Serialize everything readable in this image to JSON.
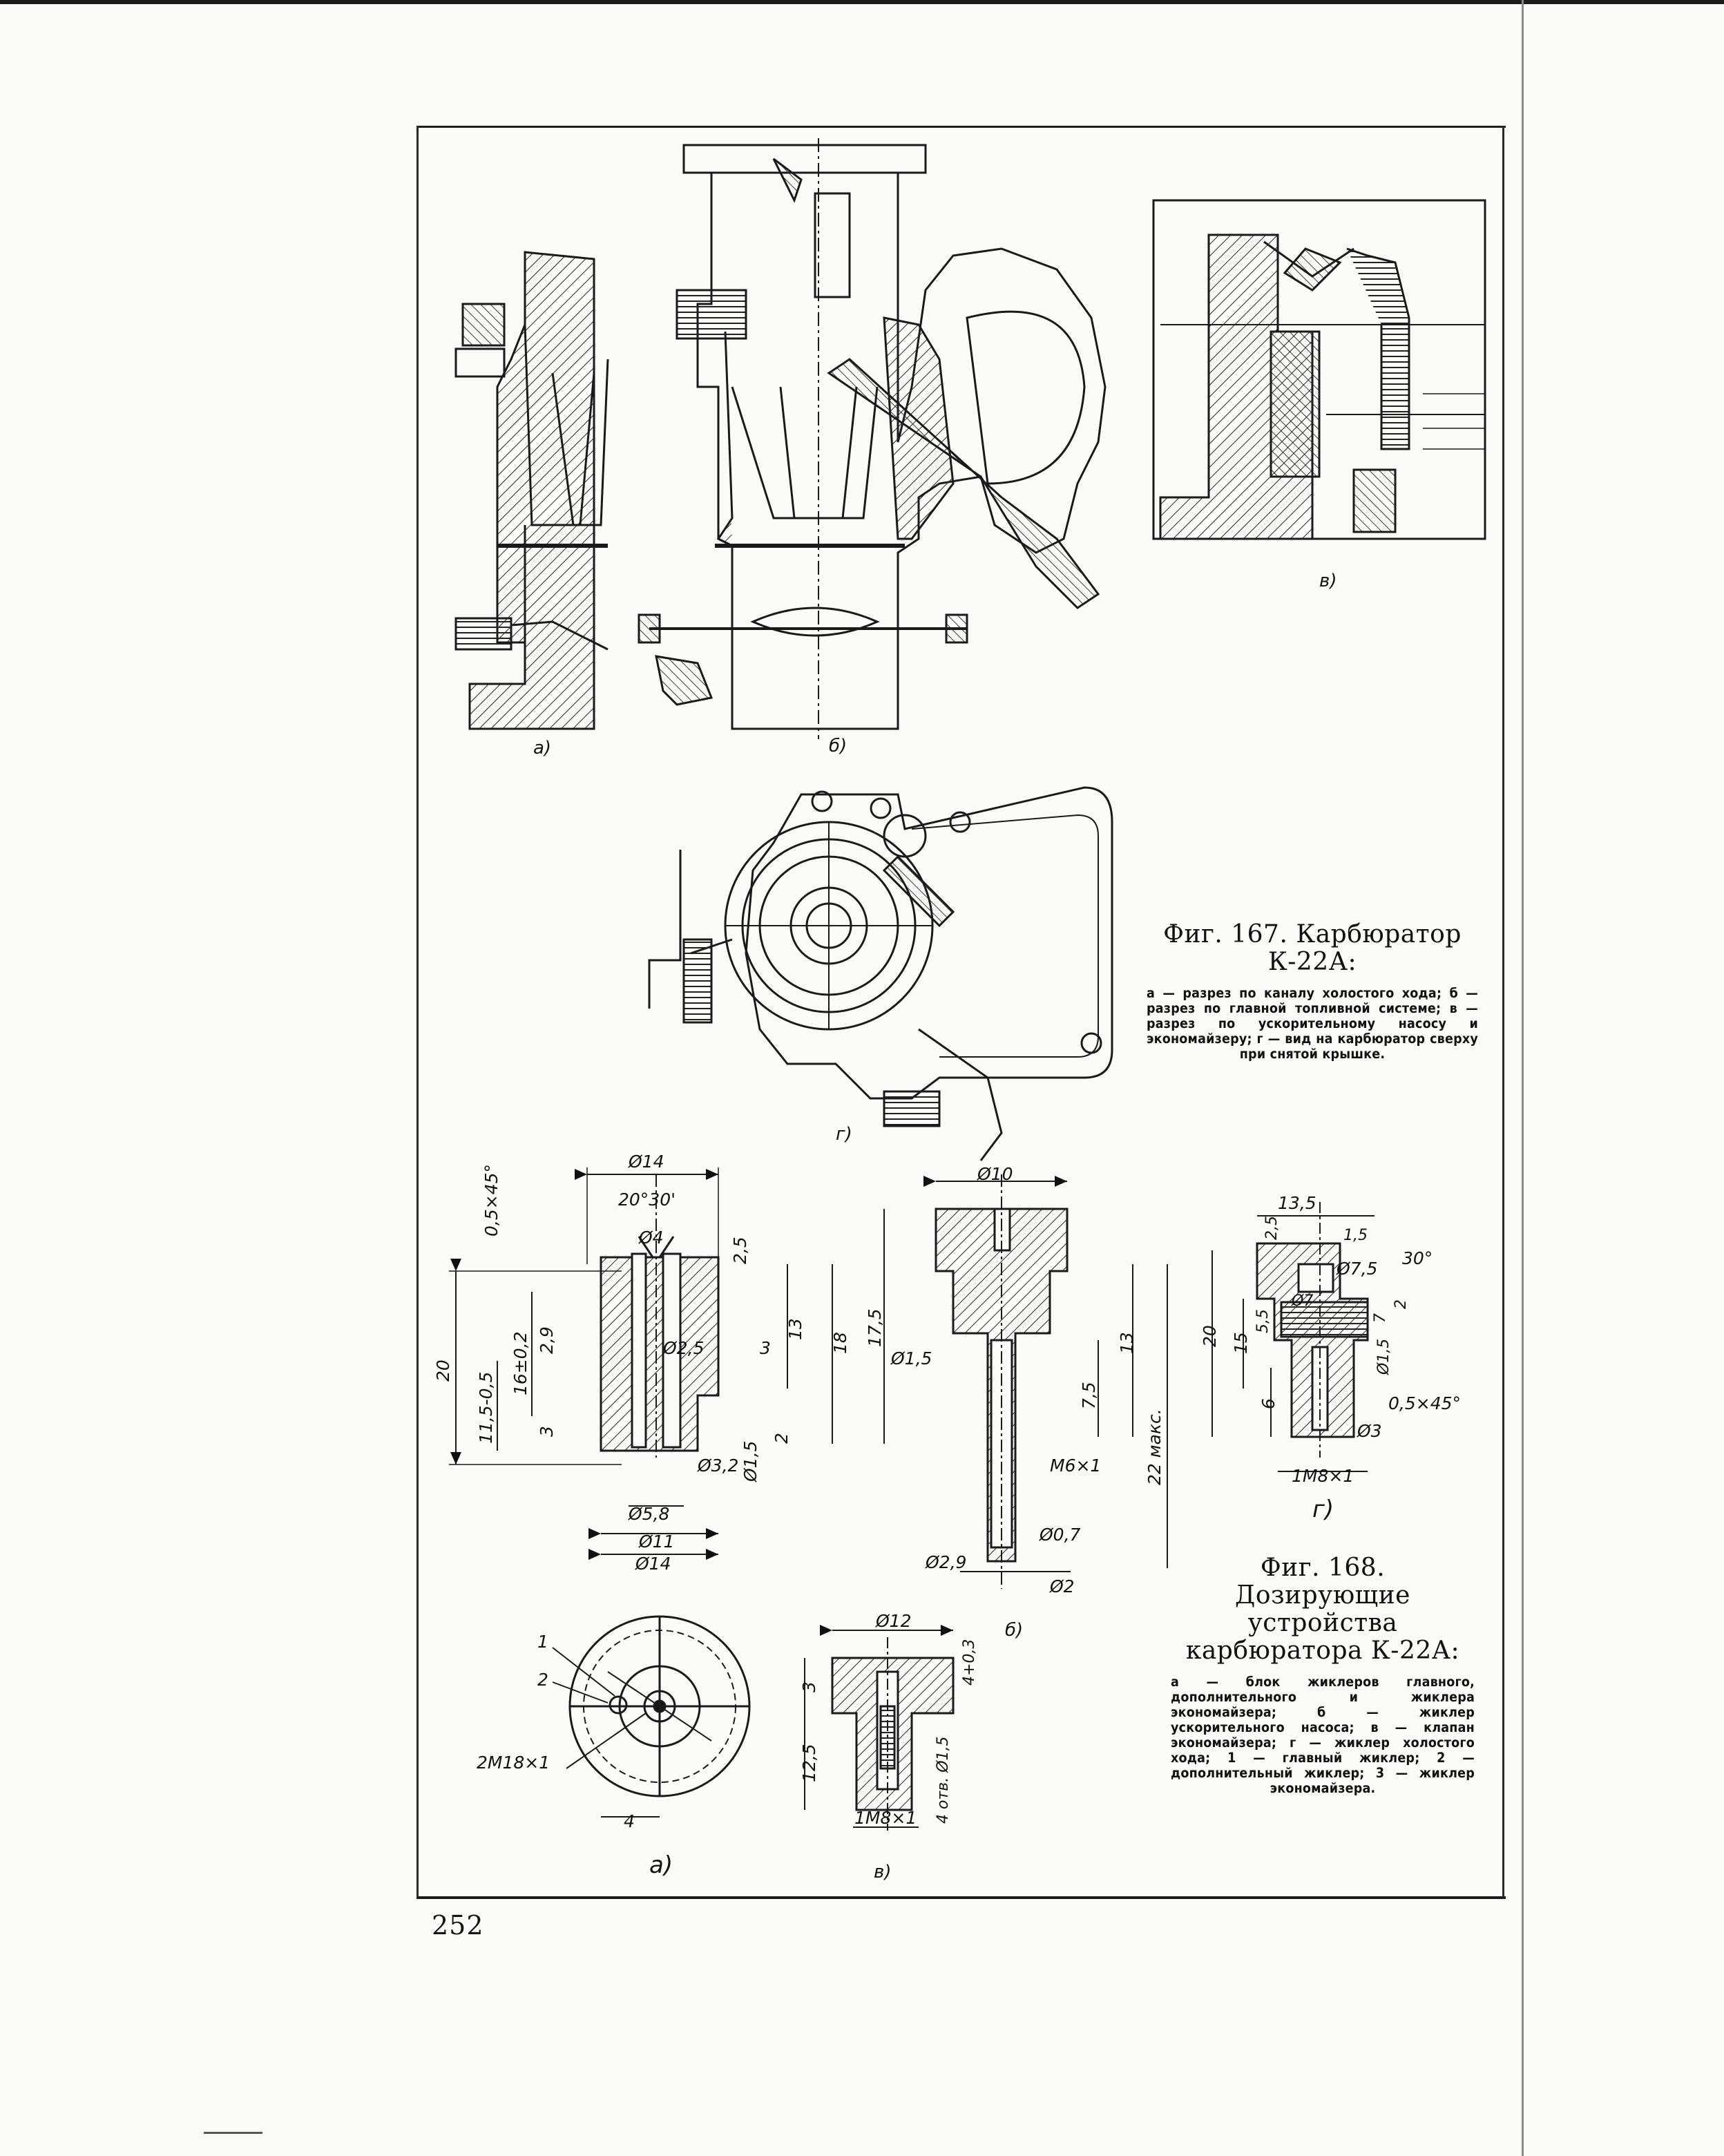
{
  "page": {
    "number": "252"
  },
  "figure_167": {
    "title": "Фиг. 167. Карбюратор К-22А:",
    "description": "а — разрез по каналу холостого хода; б — разрез по главной топливной системе; в — разрез по ускорительному насосу и экономайзеру; г — вид на карбюратор сверху при снятой крышке.",
    "sub_labels": [
      "а)",
      "б)",
      "в)",
      "г)"
    ]
  },
  "figure_168": {
    "title": "Фиг. 168. Дозирующие устройства карбюратора К-22А:",
    "description": "а — блок жиклеров главного, дополнительного и жиклера экономайзера; б — жиклер ускорительного насоса; в — клапан экономайзера; г — жиклер холостого хода; 1 — главный жиклер; 2 — дополнительный жиклер; 3 — жиклер экономайзера.",
    "sub_labels": [
      "а)",
      "б)",
      "в)",
      "г)",
      "а)"
    ],
    "dimensions": {
      "a_section": [
        "Ø14",
        "20°30'",
        "Ø4",
        "2,5",
        "0,5×45°",
        "2,9",
        "Ø2,5",
        "3",
        "13",
        "18",
        "20",
        "11,5-0,5",
        "16±0,2",
        "3",
        "Ø3,2",
        "Ø1,5",
        "2",
        "Ø5,8",
        "Ø11",
        "Ø14"
      ],
      "b_section": [
        "Ø10",
        "17,5",
        "Ø1,5",
        "7,5",
        "13",
        "22 макс.",
        "M6×1",
        "Ø0,7",
        "Ø2,9",
        "Ø2"
      ],
      "g_section": [
        "13,5",
        "2,5",
        "1,5",
        "Ø7,5",
        "30°",
        "Ø7",
        "5,5",
        "7",
        "2",
        "20",
        "15",
        "6",
        "Ø1,5",
        "0,5×45°",
        "Ø3",
        "1M8×1"
      ],
      "a_plan": [
        "1",
        "2",
        "2M18×1",
        "4"
      ],
      "v_section": [
        "Ø12",
        "3",
        "4+0,3",
        "12,5",
        "4 отв. Ø1,5",
        "1M8×1"
      ]
    }
  }
}
